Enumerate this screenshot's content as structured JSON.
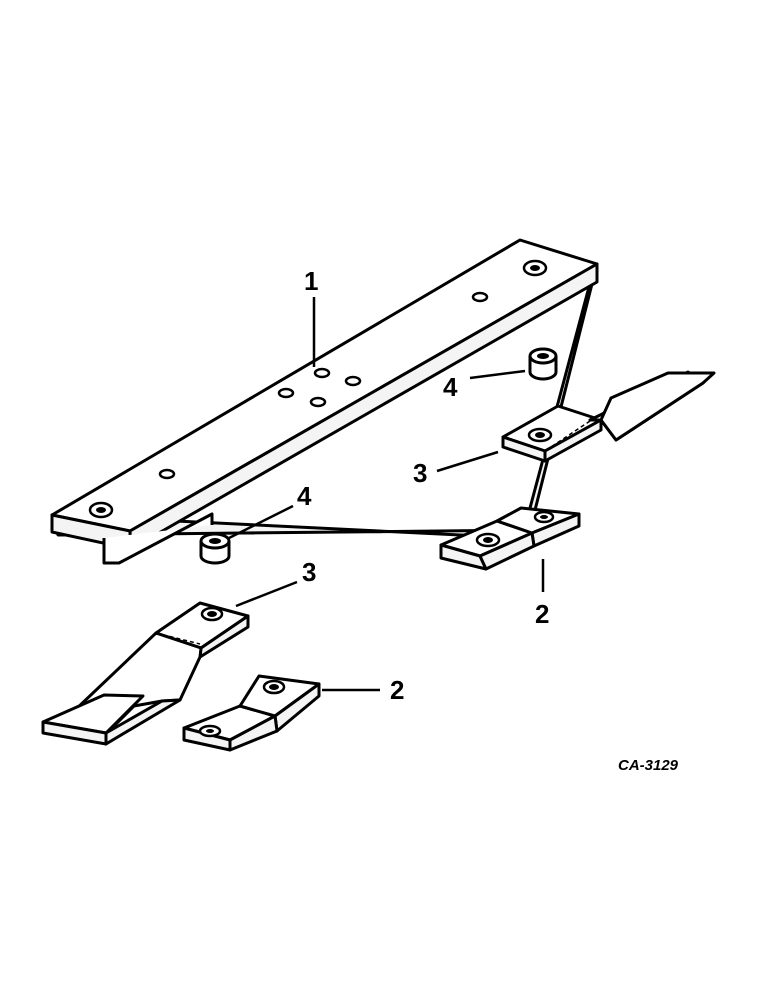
{
  "diagram": {
    "callouts": {
      "bar": "1",
      "spacer_upper": "4",
      "spacer_lower": "4",
      "strap_offset_upper": "3",
      "strap_offset_lower": "3",
      "plate_upper": "2",
      "plate_lower": "2"
    },
    "drawing_code": "CA-3129",
    "colors": {
      "line": "#000000",
      "background": "#ffffff"
    }
  }
}
